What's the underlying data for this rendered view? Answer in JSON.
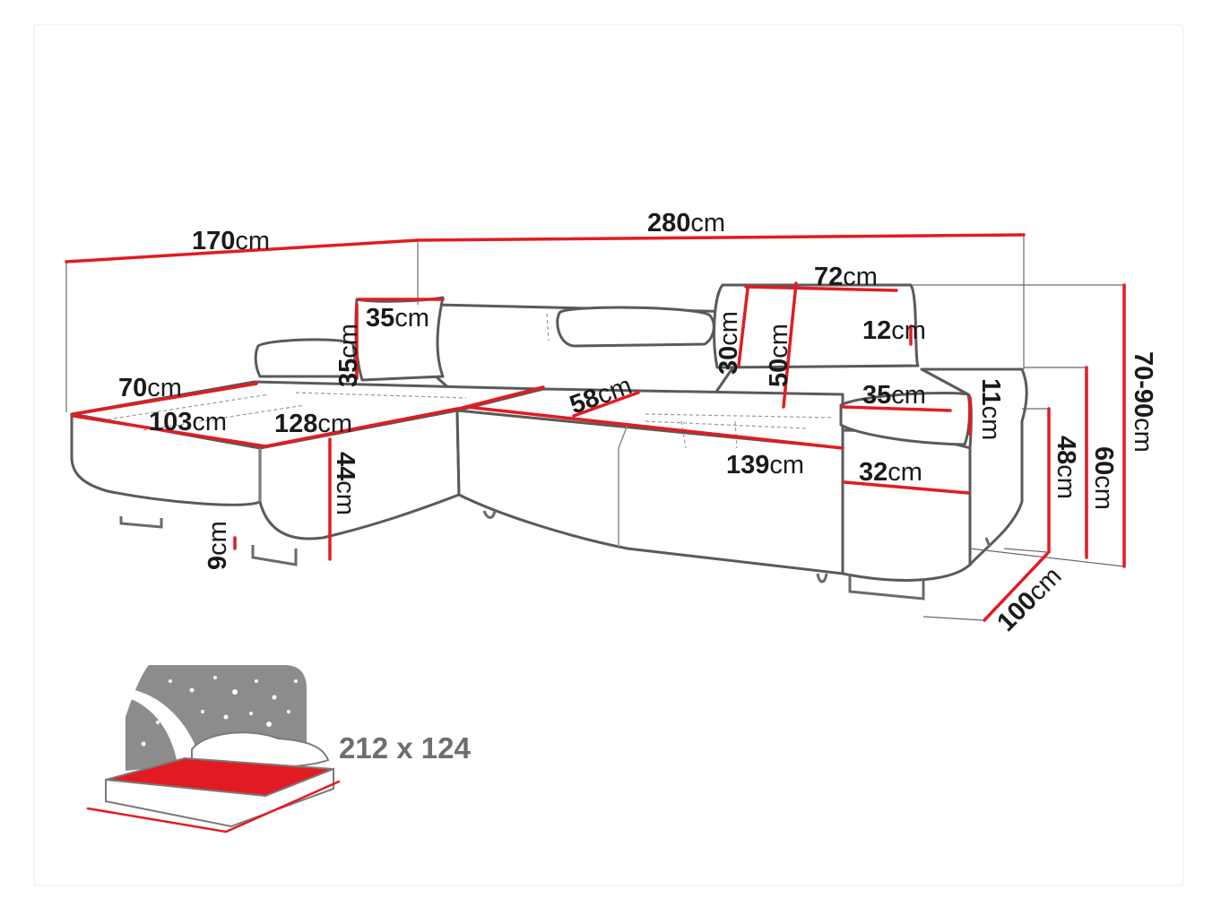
{
  "unit": "cm",
  "dimensions": [
    {
      "id": "d170",
      "value": "170",
      "unit": "cm"
    },
    {
      "id": "d280",
      "value": "280",
      "unit": "cm"
    },
    {
      "id": "d72",
      "value": "72",
      "unit": "cm"
    },
    {
      "id": "d35a",
      "value": "35",
      "unit": "cm"
    },
    {
      "id": "d35b",
      "value": "35",
      "unit": "cm"
    },
    {
      "id": "d12",
      "value": "12",
      "unit": "cm"
    },
    {
      "id": "d30",
      "value": "30",
      "unit": "cm"
    },
    {
      "id": "d50",
      "value": "50",
      "unit": "cm"
    },
    {
      "id": "d7090",
      "value": "70-90",
      "unit": "cm"
    },
    {
      "id": "d70",
      "value": "70",
      "unit": "cm"
    },
    {
      "id": "d103",
      "value": "103",
      "unit": "cm"
    },
    {
      "id": "d128",
      "value": "128",
      "unit": "cm"
    },
    {
      "id": "d58",
      "value": "58",
      "unit": "cm"
    },
    {
      "id": "d35c",
      "value": "35",
      "unit": "cm"
    },
    {
      "id": "d11",
      "value": "11",
      "unit": "cm"
    },
    {
      "id": "d139",
      "value": "139",
      "unit": "cm"
    },
    {
      "id": "d32",
      "value": "32",
      "unit": "cm"
    },
    {
      "id": "d44",
      "value": "44",
      "unit": "cm"
    },
    {
      "id": "d9",
      "value": "9",
      "unit": "cm"
    },
    {
      "id": "d48",
      "value": "48",
      "unit": "cm"
    },
    {
      "id": "d60",
      "value": "60",
      "unit": "cm"
    },
    {
      "id": "d100",
      "value": "100",
      "unit": "cm"
    }
  ],
  "bed": {
    "label": "212 x 124"
  },
  "colors": {
    "measure": "#e21b23",
    "outline": "#5a5a5a",
    "night": "#8c8c8c"
  }
}
